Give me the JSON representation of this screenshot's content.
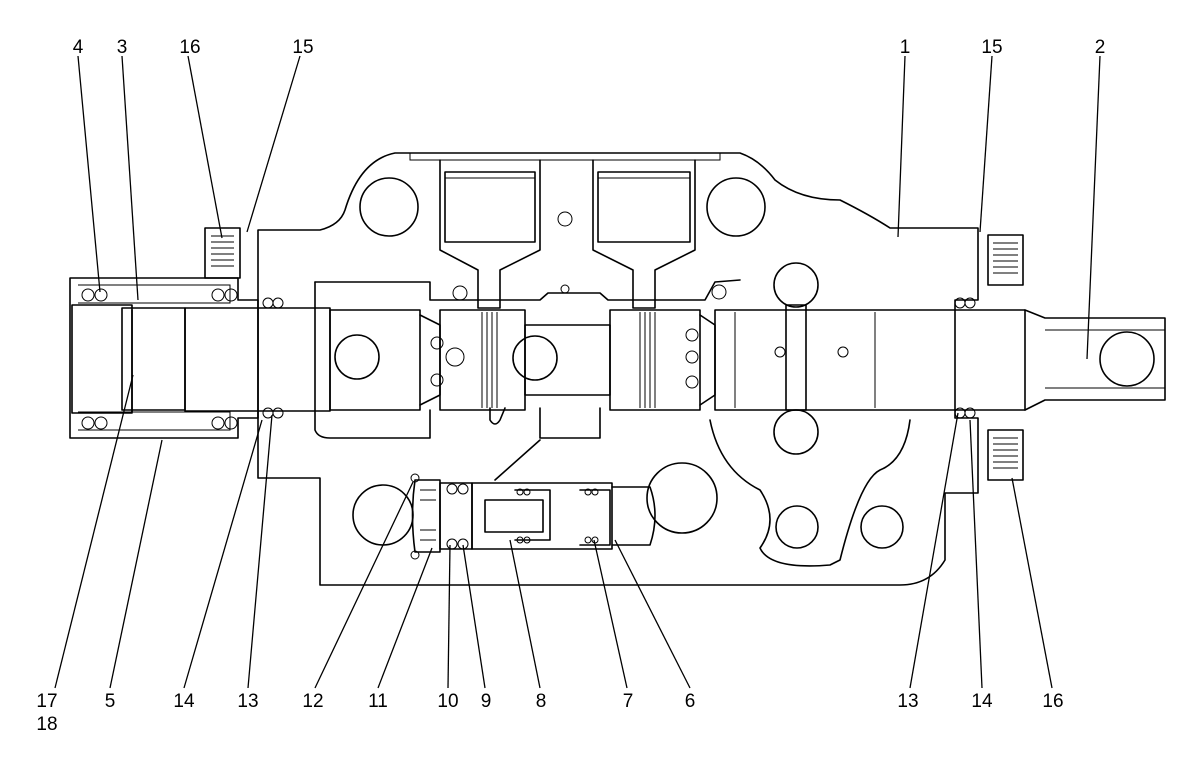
{
  "diagram": {
    "callouts_top": [
      "4",
      "3",
      "16",
      "15",
      "1",
      "15",
      "2"
    ],
    "callouts_bottom": [
      "17",
      "18",
      "5",
      "14",
      "13",
      "12",
      "11",
      "10",
      "9",
      "8",
      "7",
      "6",
      "13",
      "14",
      "16"
    ]
  }
}
